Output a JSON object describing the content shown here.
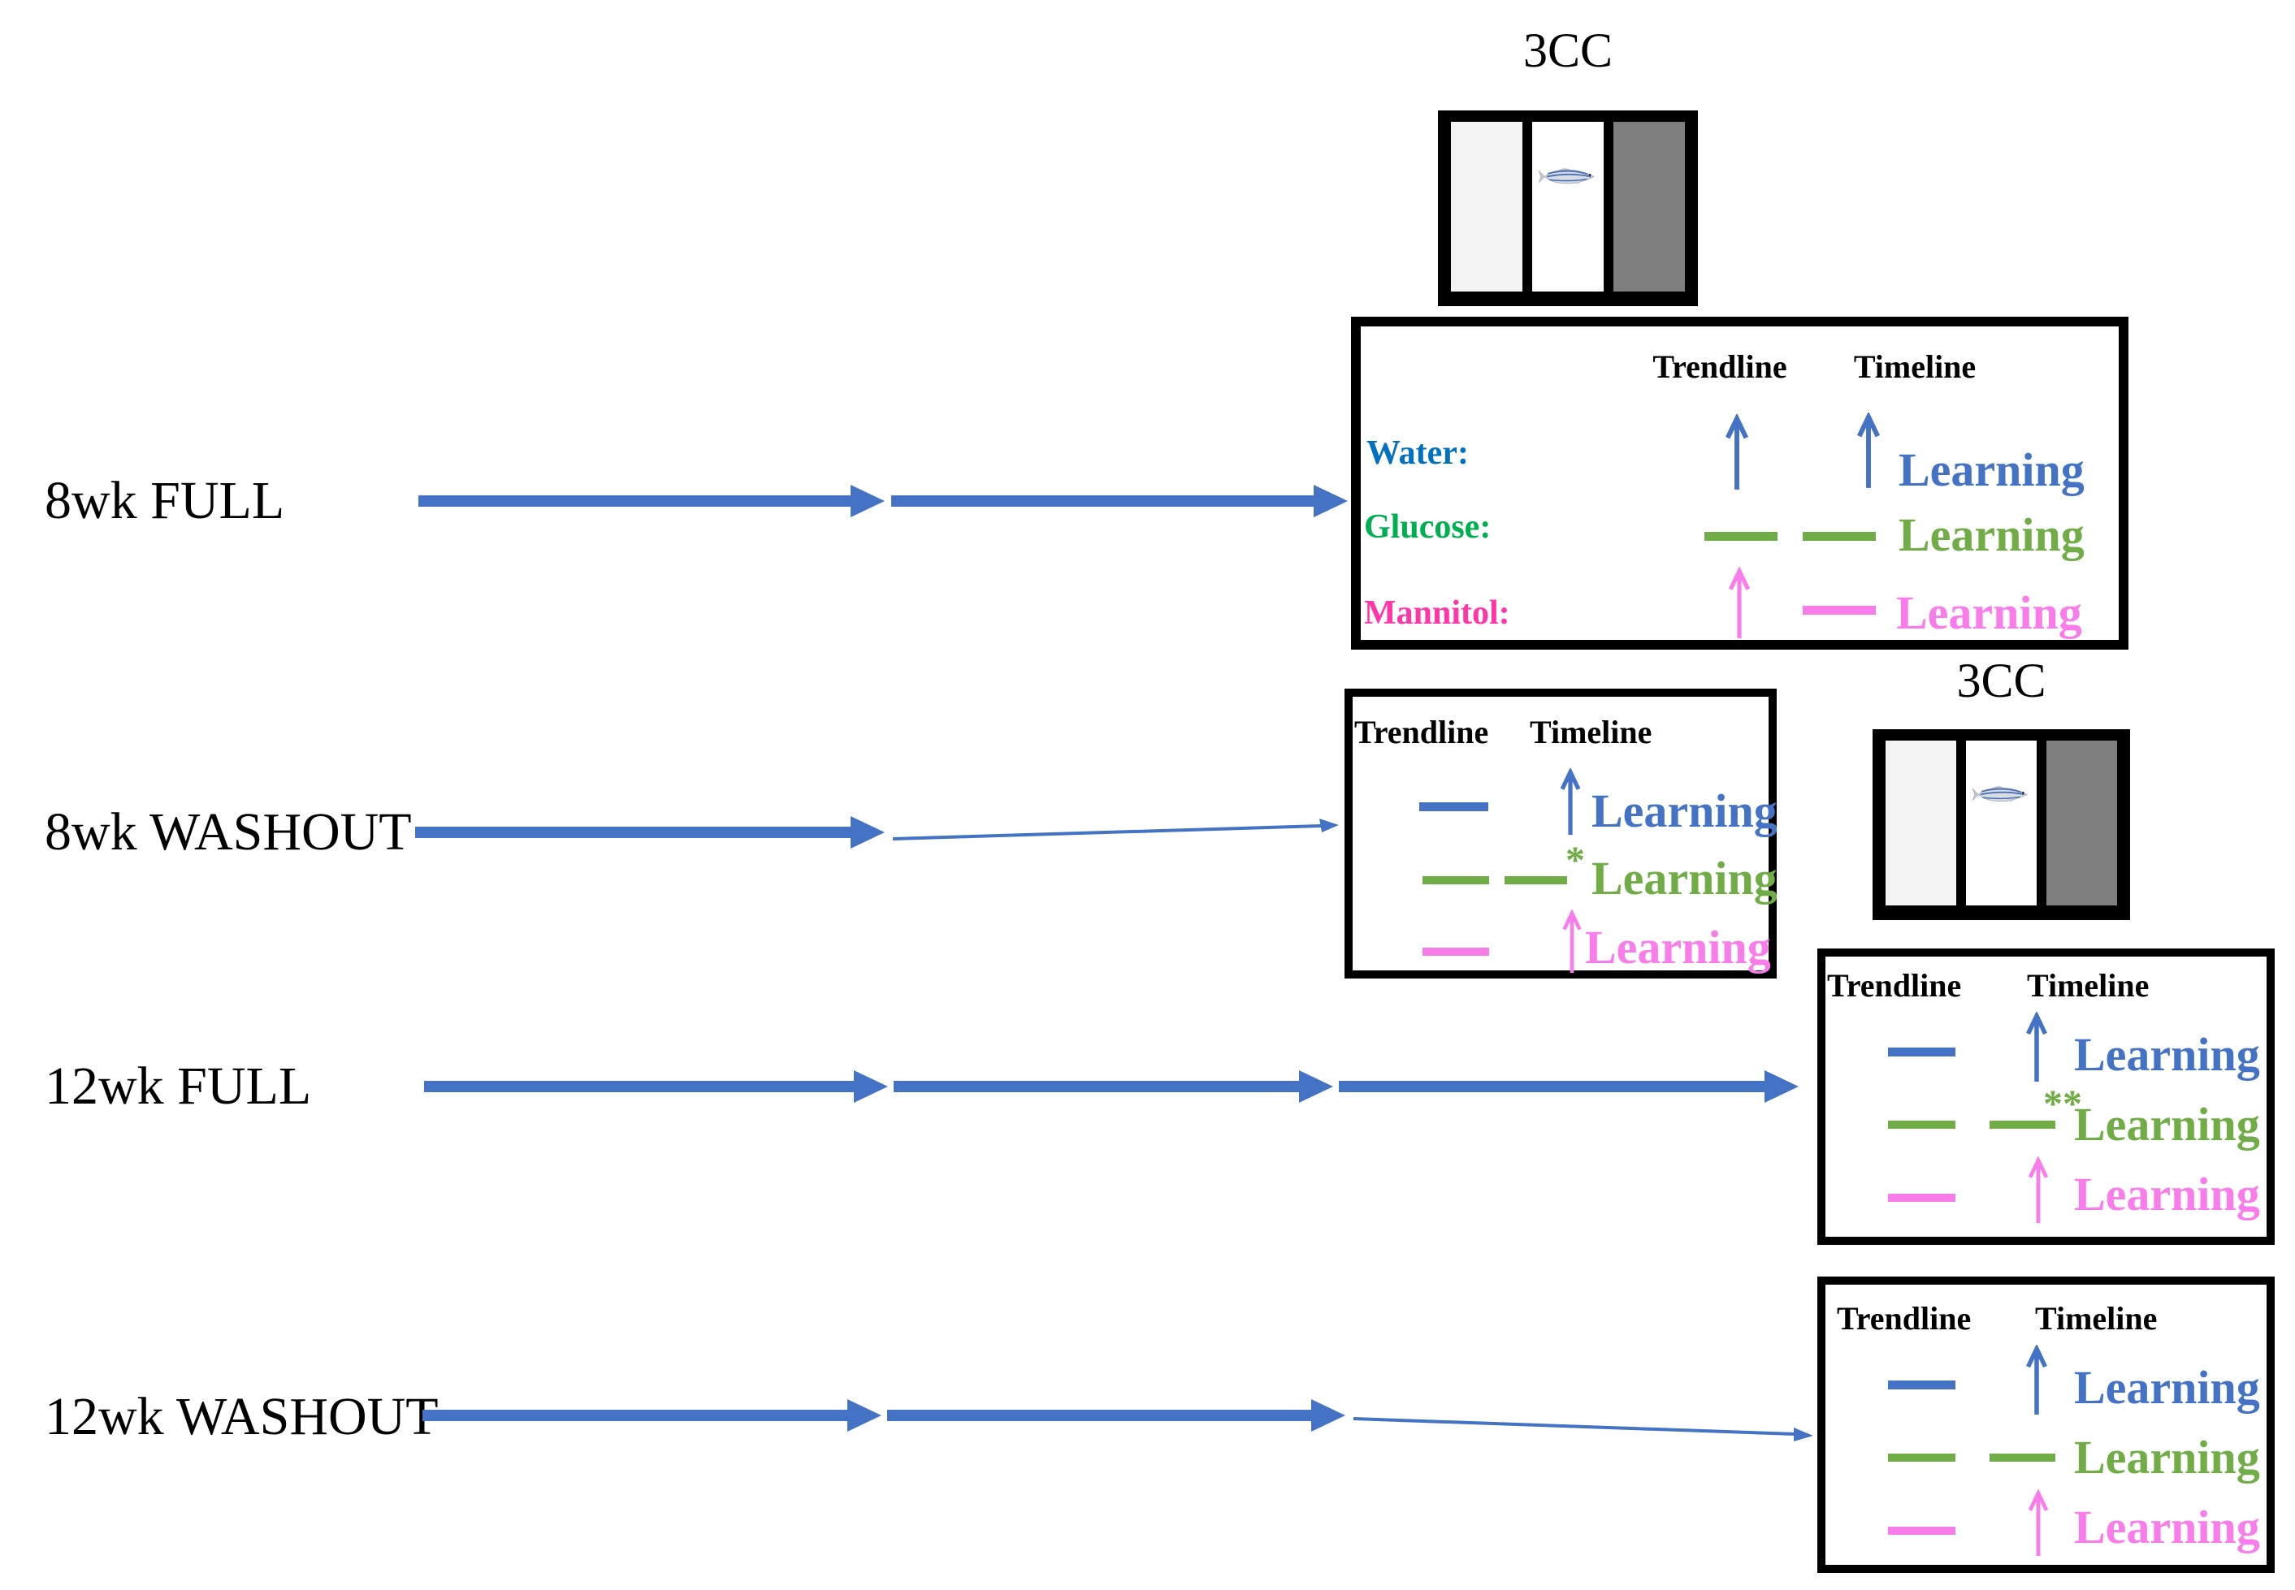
{
  "diagram": {
    "description": "Zebrafish 3-chamber choice (3CC) experiment timelines with trendline/timeline learning outcomes",
    "background": "#FFFFFF"
  },
  "colors": {
    "timeline_arrow_blue": "#4472C4",
    "water_label_blue": "#0070C0",
    "glucose_label_green": "#00B050",
    "mannitol_label_pink": "#FF35A8",
    "learning_blue": "#4472C4",
    "learning_green": "#70AD47",
    "learning_pink": "#F97CEB",
    "tank_frame_black": "#000000",
    "tank_chamber_left_gray": "#F3F3F3",
    "tank_chamber_middle_white": "#FFFFFF",
    "tank_chamber_right_gray": "#7E7E7E"
  },
  "tanks": [
    {
      "title": "3CC",
      "fish_icon": "zebrafish-icon",
      "chambers": [
        "light-gray",
        "white-with-fish",
        "dark-gray"
      ]
    },
    {
      "title": "3CC",
      "fish_icon": "zebrafish-icon",
      "chambers": [
        "light-gray",
        "white-with-fish",
        "dark-gray"
      ]
    }
  ],
  "rows": [
    {
      "label": "8wk FULL",
      "thick_arrow_segments": 2,
      "thin_tail_arrow": false
    },
    {
      "label": "8wk WASHOUT",
      "thick_arrow_segments": 1,
      "thin_tail_arrow": true
    },
    {
      "label": "12wk FULL",
      "thick_arrow_segments": 3,
      "thin_tail_arrow": false
    },
    {
      "label": "12wk WASHOUT",
      "thick_arrow_segments": 2,
      "thin_tail_arrow": true
    }
  ],
  "legends": [
    {
      "for_row": "8wk FULL",
      "headers": {
        "trendline": "Trendline",
        "timeline": "Timeline"
      },
      "rows": [
        {
          "label": "Water:",
          "color": "blue",
          "trendline_symbol": "up-arrow",
          "timeline_symbol": "up-arrow",
          "note": "",
          "result": "Learning"
        },
        {
          "label": "Glucose:",
          "color": "green",
          "trendline_symbol": "dash",
          "timeline_symbol": "dash",
          "note": "",
          "result": "Learning"
        },
        {
          "label": "Mannitol:",
          "color": "pink",
          "trendline_symbol": "up-arrow",
          "timeline_symbol": "dash",
          "note": "",
          "result": "Learning"
        }
      ]
    },
    {
      "for_row": "8wk WASHOUT",
      "headers": {
        "trendline": "Trendline",
        "timeline": "Timeline"
      },
      "rows": [
        {
          "label": "",
          "color": "blue",
          "trendline_symbol": "dash",
          "timeline_symbol": "up-arrow",
          "note": "",
          "result": "Learning"
        },
        {
          "label": "",
          "color": "green",
          "trendline_symbol": "dash",
          "timeline_symbol": "dash",
          "note": "*",
          "result": "Learning"
        },
        {
          "label": "",
          "color": "pink",
          "trendline_symbol": "dash",
          "timeline_symbol": "up-arrow",
          "note": "",
          "result": "Learning"
        }
      ]
    },
    {
      "for_row": "12wk FULL",
      "headers": {
        "trendline": "Trendline",
        "timeline": "Timeline"
      },
      "rows": [
        {
          "label": "",
          "color": "blue",
          "trendline_symbol": "dash",
          "timeline_symbol": "up-arrow",
          "note": "",
          "result": "Learning"
        },
        {
          "label": "",
          "color": "green",
          "trendline_symbol": "dash",
          "timeline_symbol": "dash",
          "note": "**",
          "result": "Learning"
        },
        {
          "label": "",
          "color": "pink",
          "trendline_symbol": "dash",
          "timeline_symbol": "up-arrow",
          "note": "",
          "result": "Learning"
        }
      ]
    },
    {
      "for_row": "12wk WASHOUT",
      "headers": {
        "trendline": "Trendline",
        "timeline": "Timeline"
      },
      "rows": [
        {
          "label": "",
          "color": "blue",
          "trendline_symbol": "dash",
          "timeline_symbol": "up-arrow",
          "note": "",
          "result": "Learning"
        },
        {
          "label": "",
          "color": "green",
          "trendline_symbol": "dash",
          "timeline_symbol": "dash",
          "note": "",
          "result": "Learning"
        },
        {
          "label": "",
          "color": "pink",
          "trendline_symbol": "dash",
          "timeline_symbol": "up-arrow",
          "note": "",
          "result": "Learning"
        }
      ]
    }
  ]
}
